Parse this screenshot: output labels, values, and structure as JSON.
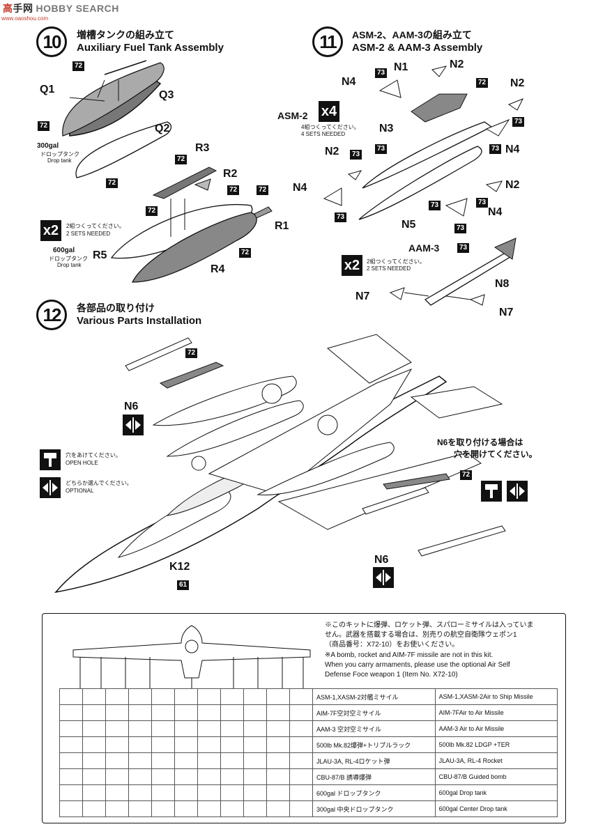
{
  "watermark": {
    "brand_a": "高",
    "brand_b": "手网",
    "brand_c": "HOBBY SEARCH",
    "url": "www.oaoshou.com"
  },
  "step10": {
    "num": "10",
    "jp": "増槽タンクの組み立て",
    "en": "Auxiliary Fuel Tank Assembly",
    "labels": {
      "q1": "Q1",
      "q2": "Q2",
      "q3": "Q3",
      "r1": "R1",
      "r2": "R2",
      "r3": "R3",
      "r4": "R4",
      "r5": "R5"
    },
    "tag": "72",
    "tank300_a": "300gal",
    "tank300_b": "ドロップタンク",
    "tank300_c": "Drop tank",
    "tank600_a": "600gal",
    "tank600_b": "ドロップタンク",
    "tank600_c": "Drop tank",
    "mult": "x2",
    "mult_jp": "2組つくってください。",
    "mult_en": "2 SETS NEEDED"
  },
  "step11": {
    "num": "11",
    "jp": "ASM-2、AAM-3の組み立て",
    "en": "ASM-2 & AAM-3 Assembly",
    "labels": {
      "n1": "N1",
      "n2": "N2",
      "n3": "N3",
      "n4": "N4",
      "n5": "N5",
      "n7": "N7",
      "n8": "N8"
    },
    "tag": "73",
    "tag2": "72",
    "asm": "ASM-2",
    "asm_mult": "x4",
    "asm_jp": "4組つくってください。",
    "asm_en": "4 SETS NEEDED",
    "aam": "AAM-3",
    "aam_mult": "x2",
    "aam_jp": "2組つくってください。",
    "aam_en": "2 SETS NEEDED"
  },
  "step12": {
    "num": "12",
    "jp": "各部品の取り付け",
    "en": "Various Parts Installation",
    "labels": {
      "n6": "N6",
      "k12": "K12"
    },
    "tag72": "72",
    "tag61": "61",
    "open_jp": "穴をあけてください。",
    "open_en": "OPEN HOLE",
    "opt_jp": "どちらか選んでください。",
    "opt_en": "OPTIONAL",
    "n6_note_a": "N6を取り付ける場合は",
    "n6_note_b": "穴を開けてください。"
  },
  "notes": {
    "jp_a": "※このキットに爆弾、ロケット弾、スパローミサイルは入っていま",
    "jp_b": "せん。武器を搭載する場合は、別売りの航空自衛隊ウェポン1",
    "jp_c": "（商品番号：X72-10）をお使いください。",
    "en_a": "※A bomb, rocket and AIM-7F missile are not in this kit.",
    "en_b": "When you carry armaments, please use the optional Air Self",
    "en_c": "Defense Foce weapon 1 (Item No. X72-10)"
  },
  "loadout": [
    {
      "jp": "ASM-1,XASM-2対艦ミサイル",
      "en": "ASM-1,XASM-2Air to Ship Missile"
    },
    {
      "jp": "AIM-7F空対空ミサイル",
      "en": "AIM-7FAir to Air Missile"
    },
    {
      "jp": "AAM-3 空対空ミサイル",
      "en": "AAM-3 Air to Air Missile"
    },
    {
      "jp": "500lb Mk.82爆弾+トリプルラック",
      "en": "500lb Mk.82 LDGP +TER"
    },
    {
      "jp": "JLAU-3A, RL-4ロケット弾",
      "en": "JLAU-3A, RL-4 Rocket"
    },
    {
      "jp": "CBU-87/B 誘導爆弾",
      "en": "CBU-87/B Guided bomb"
    },
    {
      "jp": "600gal ドロップタンク",
      "en": "600gal Drop tank"
    },
    {
      "jp": "300gal 中央ドロップタンク",
      "en": "600gal Center Drop tank"
    }
  ]
}
